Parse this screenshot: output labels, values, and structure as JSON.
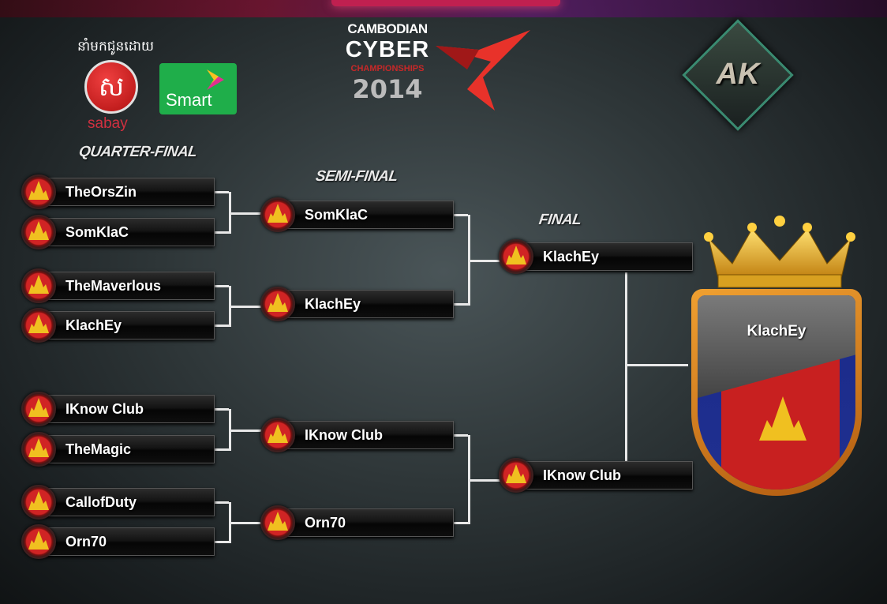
{
  "header": {
    "sponsor_label": "នាំមកជូនដោយ",
    "sponsors": [
      {
        "name": "sabay",
        "logo_text": "ស"
      },
      {
        "name": "Smart"
      }
    ],
    "event_logo": {
      "line1": "CAMBODIAN",
      "line2": "CYBER",
      "line3": "CHAMPIONSHIPS",
      "year": "2014"
    },
    "partner_logo": "AK"
  },
  "rounds": {
    "quarter": "QUARTER-FINAL",
    "semi": "SEMI-FINAL",
    "final": "FINAL"
  },
  "quarter_final": [
    "TheOrsZin",
    "SomKlaC",
    "TheMaverlous",
    "KlachEy",
    "IKnow Club",
    "TheMagic",
    "CallofDuty",
    "Orn70"
  ],
  "semi_final": [
    "SomKlaC",
    "KlachEy",
    "IKnow Club",
    "Orn70"
  ],
  "final": [
    "KlachEy",
    "IKnow Club"
  ],
  "champion": "KlachEy",
  "colors": {
    "badge_red": "#d02424",
    "crown_gold": "#f0c020",
    "connector": "#e8e8e8"
  }
}
